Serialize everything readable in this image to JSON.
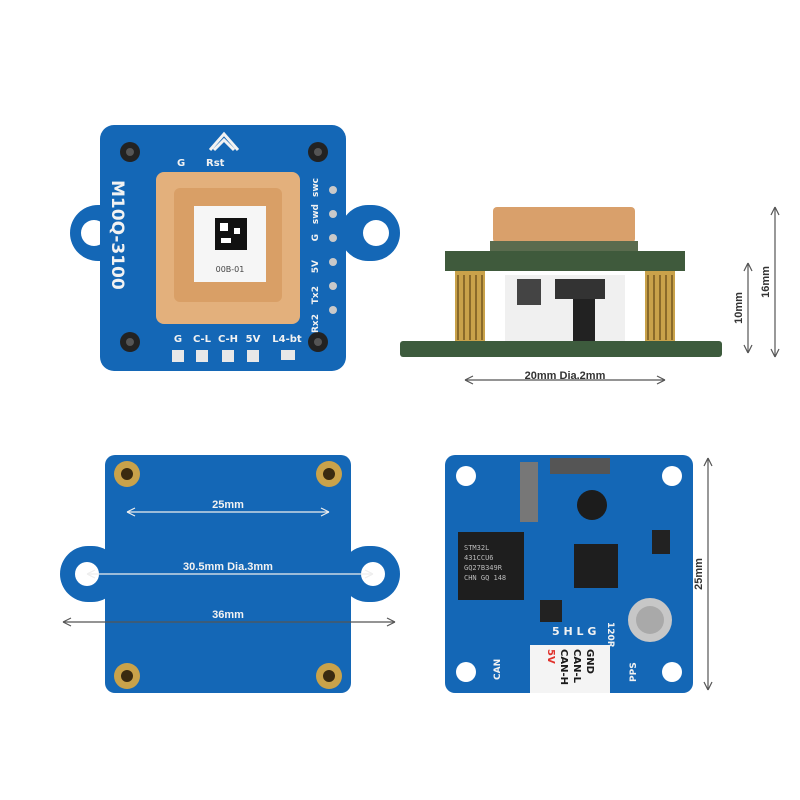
{
  "top_board": {
    "model": "M10Q-3100",
    "label_g": "G",
    "label_rst": "Rst",
    "side_labels": [
      "swc",
      "swd",
      "G",
      "5V",
      "Tx2",
      "Rx2"
    ],
    "bottom_labels": [
      "G",
      "C-L",
      "C-H",
      "5V",
      "L4-bt"
    ],
    "chip_code": "00B-01"
  },
  "side_view": {
    "width_label": "20mm  Dia.2mm",
    "height_inner_label": "10mm",
    "height_outer_label": "16mm"
  },
  "bottom_board": {
    "dim_25": "25mm",
    "dim_305": "30.5mm Dia.3mm",
    "dim_36": "36mm"
  },
  "rear_board": {
    "height_label": "25mm",
    "chip_lines": [
      "STM32L",
      "431CCU6",
      "GQ27B349R",
      "CHN GQ 148"
    ],
    "label_5hlg": "5 H L G",
    "label_120r": "120R",
    "label_can": "CAN",
    "label_pps": "PPS",
    "connector_labels": [
      "5V",
      "CAN-H",
      "CAN-L",
      "GND"
    ]
  },
  "colors": {
    "pcb_blue": "#1467b6",
    "pcb_blue_dark": "#0d4f93",
    "antenna_tan": "#e3b07c",
    "gold": "#c9a24a",
    "connector_red": "#e0322c"
  }
}
